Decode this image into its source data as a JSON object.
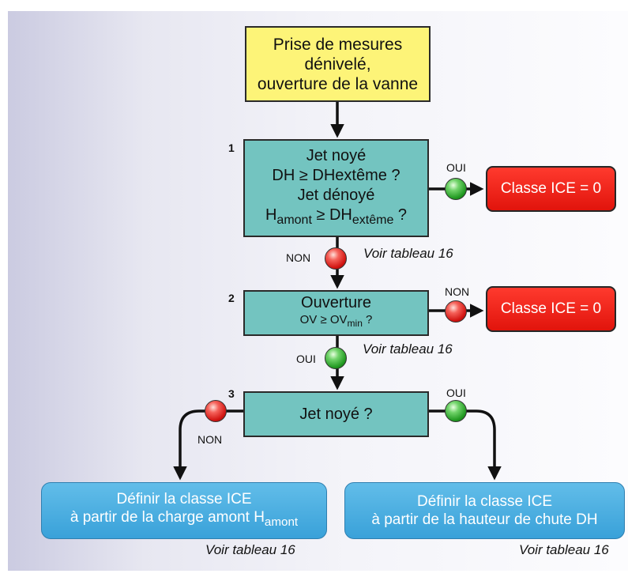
{
  "start": {
    "line1": "Prise de mesures",
    "line2": "dénivelé,",
    "line3": "ouverture de la vanne"
  },
  "step1": {
    "number": "1",
    "jet_noye": "Jet noyé",
    "cond1_prefix": "DH ≥ DH",
    "cond1_sub": "extême",
    "cond1_suffix": " ?",
    "jet_denoye": "Jet dénoyé",
    "cond2_h": "H",
    "cond2_h_sub": "amont",
    "cond2_mid": " ≥ DH",
    "cond2_sub": "extême",
    "cond2_suffix": " ?",
    "yes_label": "OUI",
    "no_label": "NON",
    "ref": "Voir tableau 16"
  },
  "result1": {
    "label": "Classe ICE = 0"
  },
  "step2": {
    "number": "2",
    "title": "Ouverture",
    "cond_prefix": "OV ≥ OV",
    "cond_sub": "min",
    "cond_suffix": " ?",
    "no_label": "NON",
    "yes_label": "OUI",
    "ref": "Voir tableau 16"
  },
  "result2": {
    "label": "Classe ICE = 0"
  },
  "step3": {
    "number": "3",
    "question": "Jet noyé ?",
    "no_label": "NON",
    "yes_label": "OUI"
  },
  "outcome_left": {
    "line1": "Définir la classe ICE",
    "line2_prefix": "à partir de la charge amont H",
    "line2_sub": "amont",
    "ref": "Voir tableau 16"
  },
  "outcome_right": {
    "line1": "Définir la classe ICE",
    "line2": "à partir de la hauteur de chute DH",
    "ref": "Voir tableau 16"
  },
  "colors": {
    "start_box": "#fdf478",
    "decision_box": "#73c4c0",
    "result_box": "#e1140c",
    "outcome_box": "#39a1d9",
    "yes_indicator": "#229a22",
    "no_indicator": "#d21512"
  }
}
